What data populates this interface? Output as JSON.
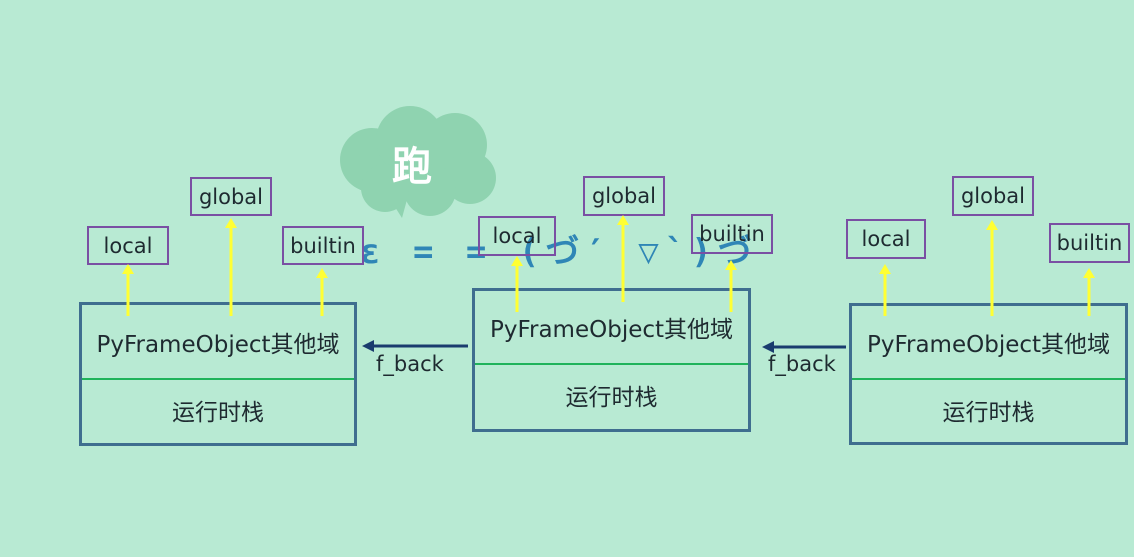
{
  "cloud": {
    "text": "跑"
  },
  "emoticon": {
    "text": "ε = = (づ′ ▽`)づ"
  },
  "frames": [
    {
      "top_label": "PyFrameObject其他域",
      "bottom_label": "运行时栈",
      "tags": {
        "local": "local",
        "global": "global",
        "builtin": "builtin"
      }
    },
    {
      "top_label": "PyFrameObject其他域",
      "bottom_label": "运行时栈",
      "tags": {
        "local": "local",
        "global": "global",
        "builtin": "builtin"
      }
    },
    {
      "top_label": "PyFrameObject其他域",
      "bottom_label": "运行时栈",
      "tags": {
        "local": "local",
        "global": "global",
        "builtin": "builtin"
      }
    }
  ],
  "links": [
    {
      "label": "f_back"
    },
    {
      "label": "f_back"
    }
  ],
  "colors": {
    "background": "#b8ead3",
    "frame_border": "#3f6e8f",
    "divider": "#1fb35b",
    "tag_border": "#7a4fa3",
    "pointer_arrow": "#ffff33",
    "f_back_arrow": "#1a3c6e",
    "cloud": "#8fd3b0",
    "emoticon": "#2f86b6"
  }
}
